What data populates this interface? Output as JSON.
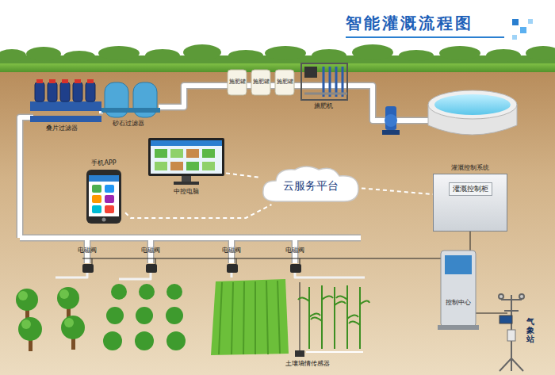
{
  "diagram": {
    "title": "智能灌溉流程图",
    "nodes": [
      {
        "text": [
          "中控电脑"
        ]
      },
      {
        "text": [
          "手机APP"
        ]
      },
      {
        "text": [
          "云服务平台"
        ]
      },
      {
        "text": [
          "灌溉控制系统",
          "灌溉控制柜"
        ]
      }
    ],
    "edges": [
      {
        "from": 0,
        "to": 2,
        "arrow": "none"
      },
      {
        "from": 1,
        "to": 2,
        "arrow": "none"
      },
      {
        "from": 2,
        "to": 3,
        "arrow": "none"
      }
    ],
    "labels": [
      "叠片过滤器",
      "砂石过滤器",
      "施肥罐",
      "施肥罐",
      "施肥罐",
      "施肥机",
      "电磁阀",
      "电磁阀",
      "电磁阀",
      "电磁阀",
      "土壤墒情传感器",
      "控制中心",
      "气象站"
    ]
  }
}
